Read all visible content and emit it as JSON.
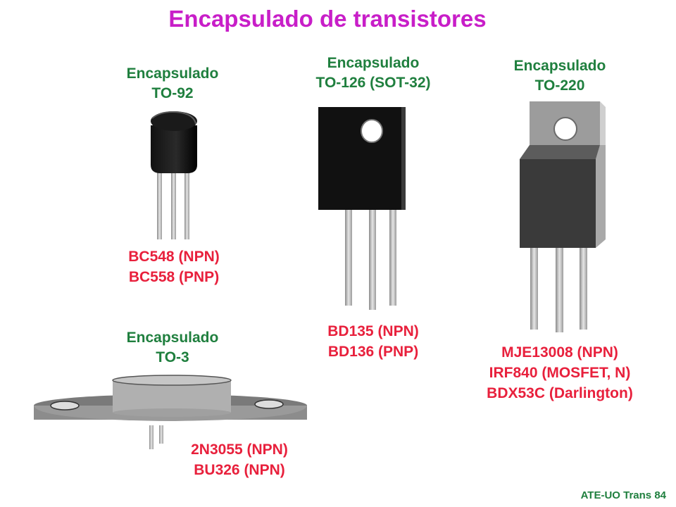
{
  "title": "Encapsulado de transistores",
  "packages": {
    "to92": {
      "line1": "Encapsulado",
      "line2": "TO-92",
      "parts": [
        "BC548 (NPN)",
        "BC558 (PNP)"
      ]
    },
    "to126": {
      "line1": "Encapsulado",
      "line2": "TO-126 (SOT-32)",
      "parts": [
        "BD135 (NPN)",
        "BD136 (PNP)"
      ]
    },
    "to220": {
      "line1": "Encapsulado",
      "line2": "TO-220",
      "parts": [
        "MJE13008 (NPN)",
        "IRF840 (MOSFET, N)",
        "BDX53C (Darlington)"
      ]
    },
    "to3": {
      "line1": "Encapsulado",
      "line2": "TO-3",
      "parts": [
        "2N3055 (NPN)",
        "BU326 (NPN)"
      ]
    }
  },
  "footer": "ATE-UO Trans 84",
  "colors": {
    "title": "#c81ec8",
    "label": "#1f7f3e",
    "parts": "#e8203c"
  }
}
